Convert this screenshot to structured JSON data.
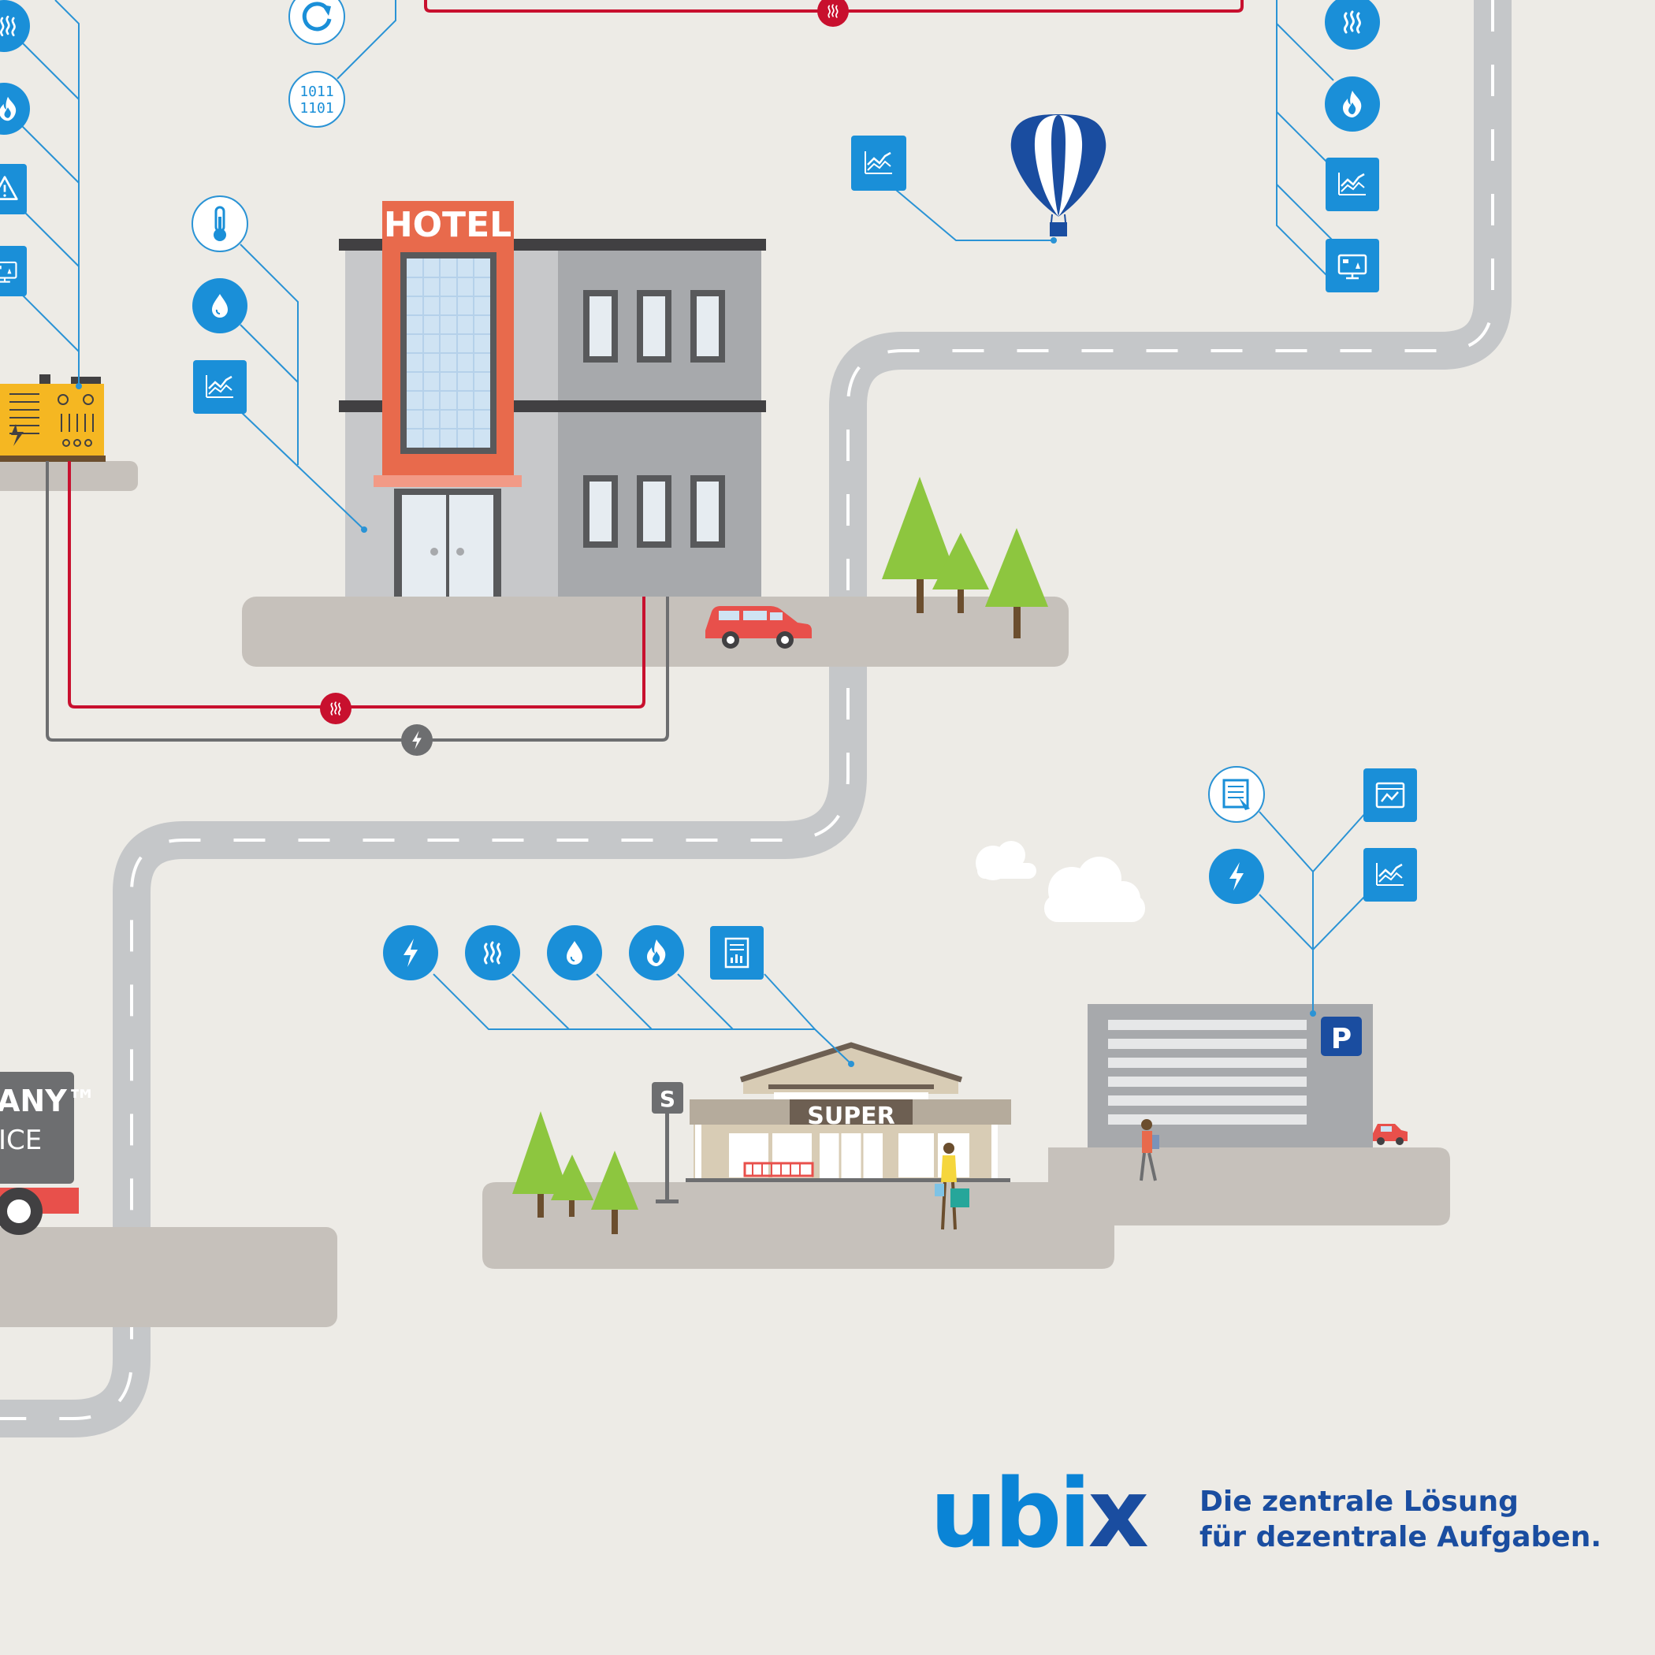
{
  "colors": {
    "background": "#edebe6",
    "road": "#c5c7c9",
    "platform": "#c6c1bb",
    "icon_blue": "#1a8fd8",
    "line_blue": "#2a93d5",
    "heat_red": "#c8102e",
    "power_grey": "#6d6e70",
    "hotel_orange": "#e86a4c",
    "tree_green": "#8dc63f",
    "generator_yellow": "#f5b722",
    "brand_blue": "#0a84d6",
    "brand_navy": "#1a4da0"
  },
  "labels": {
    "hotel_sign": "HOTEL",
    "super_sign": "SUPER",
    "bus_stop_sign": "S",
    "parking_sign": "P",
    "binary_line1": "1011",
    "binary_line2": "1101",
    "truck_line1": "ANY™",
    "truck_line2": "ICE"
  },
  "brand": {
    "name_u": "u",
    "name_b": "b",
    "name_i": "i",
    "name_x": "x",
    "tagline_line1": "Die zentrale Lösung",
    "tagline_line2": "für dezentrale Aufgaben."
  },
  "icons": {
    "top_left_column": [
      "heat-icon",
      "flame-icon",
      "warning-icon",
      "monitor-icon"
    ],
    "top_center": [
      "refresh-icon",
      "binary-data-icon"
    ],
    "top_right_column": [
      "heat-icon",
      "flame-icon",
      "chart-icon",
      "monitor-icon"
    ],
    "balloon": [
      "chart-icon"
    ],
    "hotel": [
      "thermometer-icon",
      "water-drop-icon",
      "chart-icon"
    ],
    "supermarket": [
      "lightning-icon",
      "heat-icon",
      "water-drop-icon",
      "flame-icon",
      "report-icon"
    ],
    "parking": [
      "meter-icon",
      "dashboard-icon",
      "lightning-icon",
      "chart-icon"
    ]
  }
}
